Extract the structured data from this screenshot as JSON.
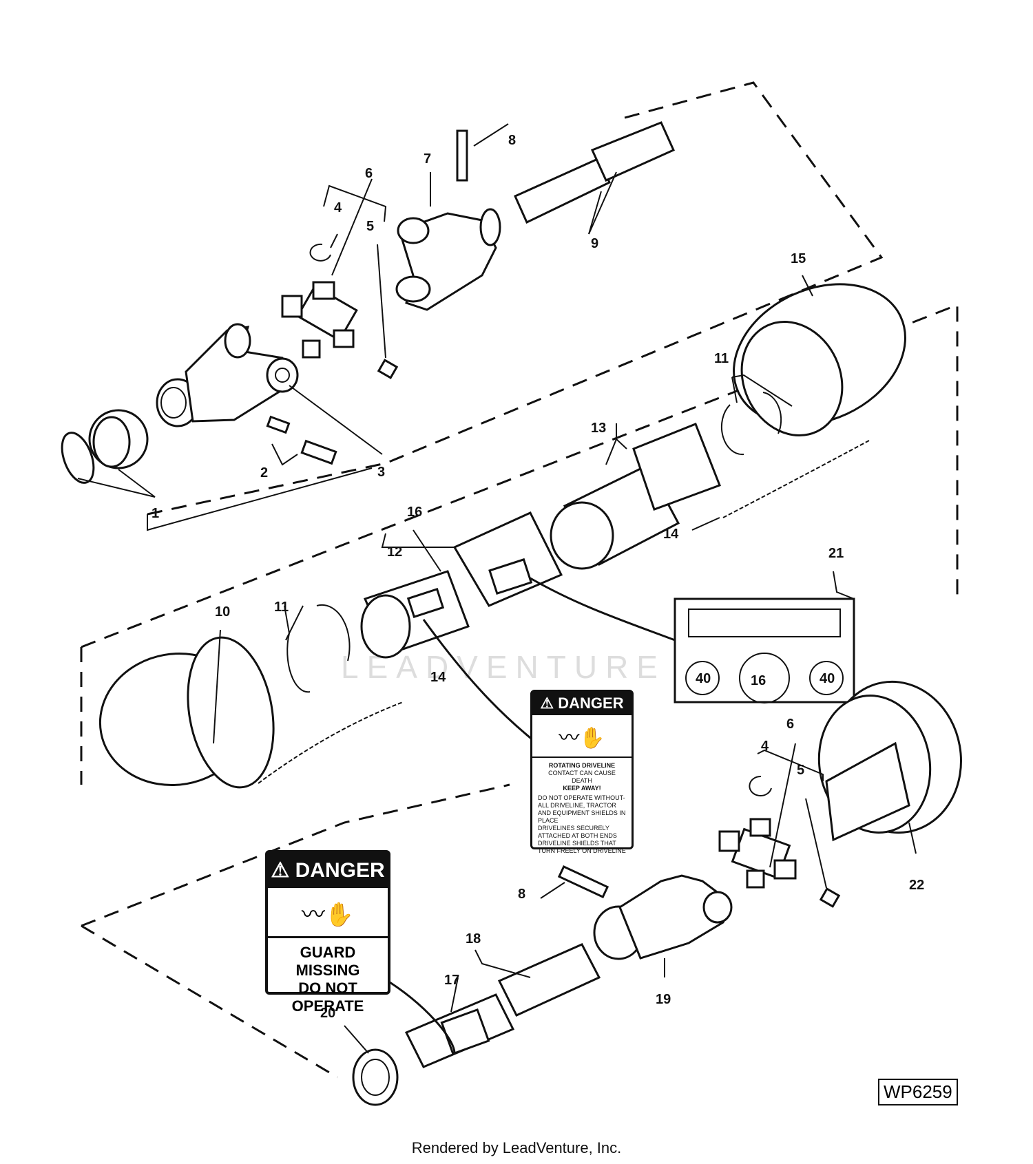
{
  "callouts": [
    "1",
    "2",
    "3",
    "4",
    "5",
    "6",
    "7",
    "8",
    "9",
    "10",
    "11",
    "11",
    "12",
    "13",
    "14",
    "14",
    "15",
    "16",
    "17",
    "18",
    "19",
    "20",
    "21",
    "22",
    "4",
    "5",
    "6",
    "8"
  ],
  "danger_label_1": {
    "header": "DANGER",
    "line1": "ROTATING DRIVELINE",
    "line2": "CONTACT CAN CAUSE DEATH",
    "line3": "KEEP AWAY!",
    "line4": "DO NOT OPERATE WITHOUT-",
    "bullets": [
      "ALL DRIVELINE, TRACTOR AND EQUIPMENT SHIELDS IN PLACE",
      "DRIVELINES SECURELY ATTACHED AT BOTH ENDS",
      "DRIVELINE SHIELDS THAT TURN FREELY ON DRIVELINE"
    ]
  },
  "danger_label_2": {
    "header": "DANGER",
    "line1": "GUARD MISSING",
    "line2": "DO NOT OPERATE"
  },
  "decal_21": {
    "left_value": "40",
    "center_value": "16",
    "right_value": "40"
  },
  "watermark": "LEADVENTURE",
  "figure_id": "WP6259",
  "footer": "Rendered by LeadVenture, Inc."
}
